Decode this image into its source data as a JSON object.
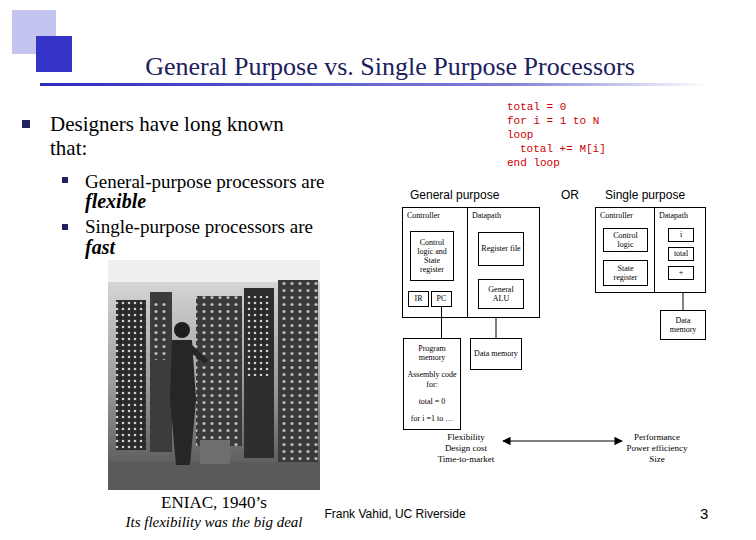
{
  "diagram": {
    "title": "General Purpose vs. Single Purpose Processors",
    "nodes": [
      {
        "text": [
          "Controller"
        ]
      },
      {
        "text": [
          "Control logic and State register"
        ],
        "in": 0
      },
      {
        "text": [
          "IR"
        ],
        "in": 0
      },
      {
        "text": [
          "PC"
        ],
        "in": 0
      },
      {
        "text": [
          "Datapath"
        ]
      },
      {
        "text": [
          "Register file"
        ],
        "in": 4
      },
      {
        "text": [
          "General ALU"
        ],
        "in": 4
      },
      {
        "text": [
          "Program memory",
          "Assembly code for:",
          "total = 0",
          "for i =1 to …"
        ]
      },
      {
        "text": [
          "Data memory"
        ]
      },
      {
        "text": [
          "Controller"
        ]
      },
      {
        "text": [
          "Control logic"
        ],
        "in": 9
      },
      {
        "text": [
          "State register"
        ],
        "in": 9
      },
      {
        "text": [
          "Datapath"
        ]
      },
      {
        "text": [
          "i"
        ],
        "in": 12
      },
      {
        "text": [
          "total"
        ],
        "in": 12
      },
      {
        "text": [
          "+"
        ],
        "in": 12
      },
      {
        "text": [
          "Data memory"
        ]
      }
    ],
    "edges": [
      {
        "from": 3,
        "to": 7,
        "arrow": "none"
      },
      {
        "from": 4,
        "to": 8,
        "arrow": "none"
      },
      {
        "from": 12,
        "to": 16,
        "arrow": "none"
      }
    ],
    "labels": [
      "Designers have long known that:",
      "General-purpose processors are",
      "flexible",
      "Single-purpose processors are",
      "fast",
      "total = 0",
      "for i = 1 to N",
      "loop",
      "total += M[i]",
      "end loop",
      "General purpose",
      "OR",
      "Single purpose",
      "Flexibility",
      "Design cost",
      "Time-to-market",
      "Performance",
      "Power efficiency",
      "Size",
      "ENIAC, 1940’s",
      "Its flexibility was the big deal",
      "Frank Vahid, UC Riverside",
      "3"
    ]
  }
}
